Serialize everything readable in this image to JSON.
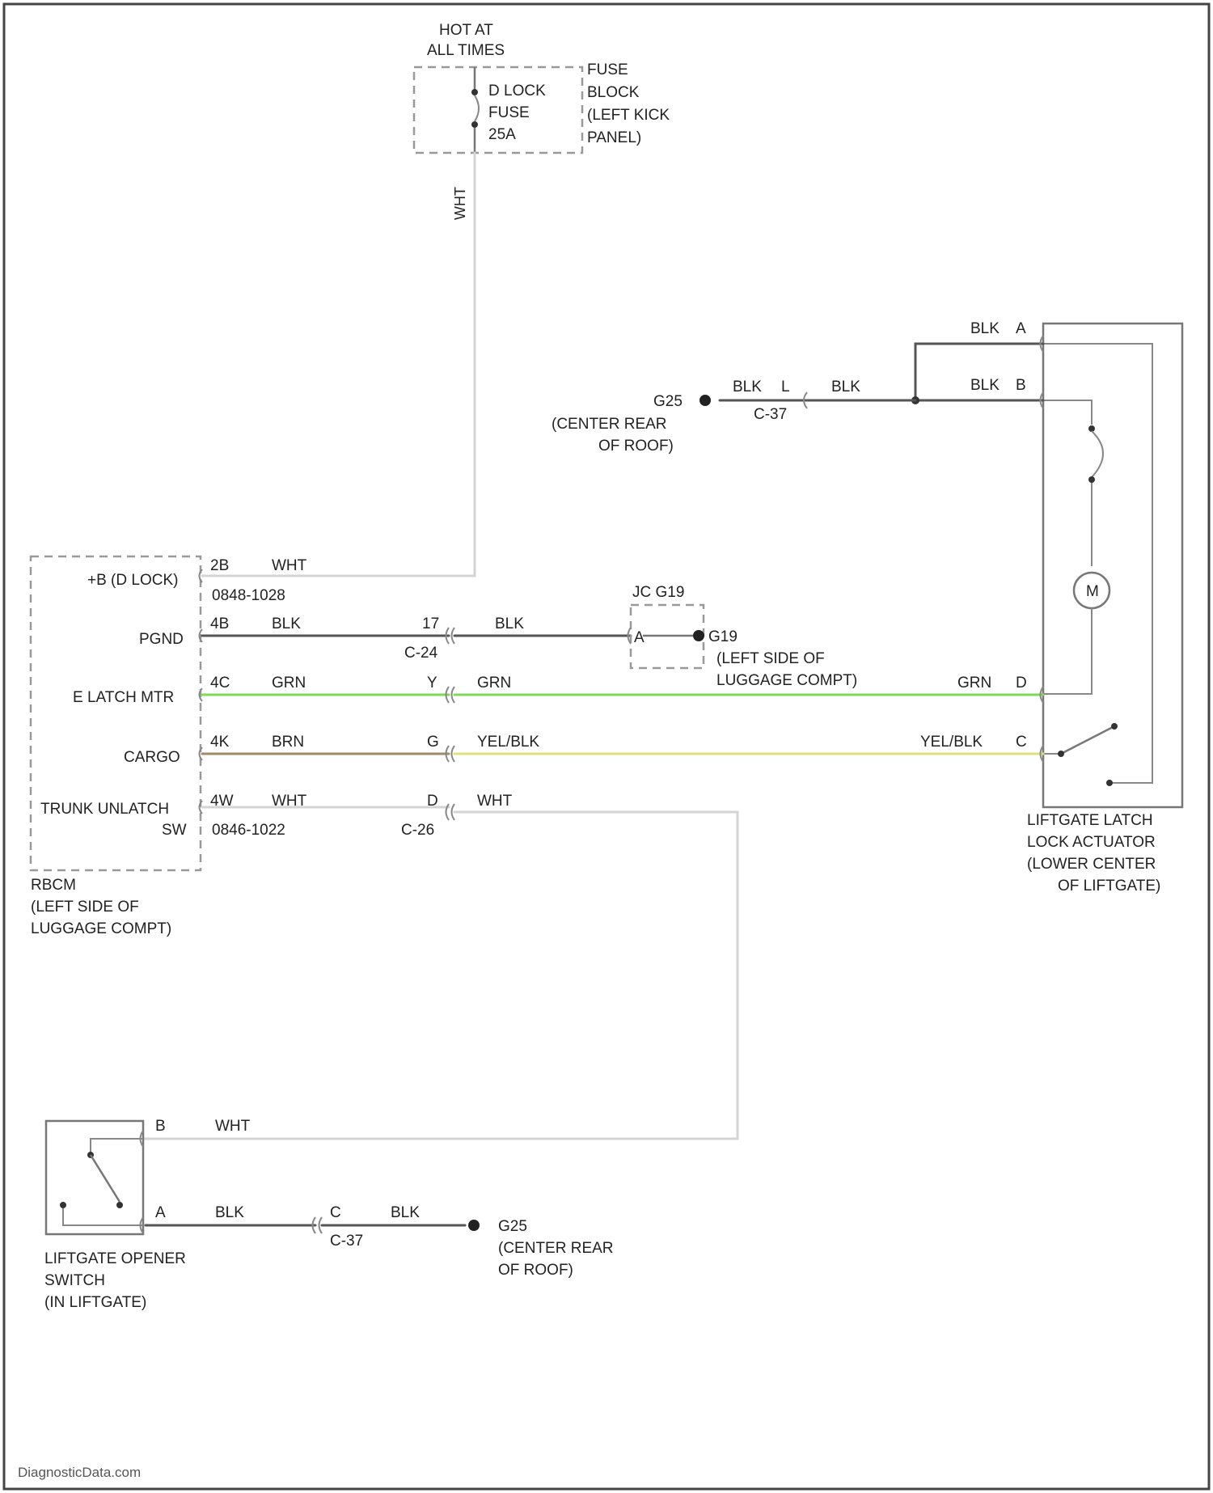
{
  "title": "",
  "colors": {
    "blk": "#555555",
    "wht": "#cccccc",
    "grn": "#7ed957",
    "brn": "#a38a6a",
    "yel_blk": "#dfe07a",
    "frame": "#555555"
  },
  "fuse_block": {
    "hot": [
      "HOT AT",
      "ALL TIMES"
    ],
    "fuse_label": [
      "D LOCK",
      "FUSE",
      "25A"
    ],
    "block_label": [
      "FUSE",
      "BLOCK",
      "(LEFT KICK",
      "PANEL)"
    ],
    "wire_vertical": "WHT"
  },
  "ground_top": {
    "id": "G25",
    "location": [
      "(CENTER REAR",
      "OF ROOF)"
    ],
    "wire1": "BLK",
    "pin": "L",
    "connector": "C-37",
    "wire2": "BLK"
  },
  "actuator": {
    "pins": [
      {
        "wire": "BLK",
        "pin": "A"
      },
      {
        "wire": "BLK",
        "pin": "B"
      },
      {
        "wire": "GRN",
        "pin": "D"
      },
      {
        "wire": "YEL/BLK",
        "pin": "C"
      }
    ],
    "motor": "M",
    "label": [
      "LIFTGATE LATCH",
      "LOCK ACTUATOR",
      "(LOWER CENTER",
      "OF LIFTGATE)"
    ]
  },
  "rbcm": {
    "rows": [
      {
        "name": "+B (D LOCK)",
        "pin": "2B",
        "wire": "WHT"
      },
      {
        "name": "PGND",
        "pin": "4B",
        "wire": "BLK"
      },
      {
        "name": "E LATCH MTR",
        "pin": "4C",
        "wire": "GRN"
      },
      {
        "name": "CARGO",
        "pin": "4K",
        "wire": "BRN"
      },
      {
        "name": "TRUNK UNLATCH",
        "pin": "4W",
        "wire": "WHT"
      }
    ],
    "sw_suffix": "SW",
    "connector_top": "0848-1028",
    "connector_bottom": "0846-1022",
    "label": [
      "RBCM",
      "(LEFT SIDE OF",
      "LUGGAGE COMPT)"
    ]
  },
  "c24": {
    "pins": [
      "17",
      "Y",
      "G",
      "D"
    ],
    "connector": "C-24",
    "connector2": "C-26",
    "wires_right": [
      "BLK",
      "GRN",
      "YEL/BLK",
      "WHT"
    ]
  },
  "ground_mid": {
    "splice": "JC G19",
    "splice_pin": "A",
    "id": "G19",
    "location": [
      "(LEFT SIDE OF",
      "LUGGAGE COMPT)"
    ]
  },
  "switch": {
    "pin_b": "B",
    "wire_b": "WHT",
    "pin_a": "A",
    "wire_a": "BLK",
    "conn_pin": "C",
    "connector": "C-37",
    "wire_a2": "BLK",
    "ground_id": "G25",
    "ground_location": [
      "(CENTER REAR",
      "OF ROOF)"
    ],
    "label": [
      "LIFTGATE OPENER",
      "SWITCH",
      "(IN LIFTGATE)"
    ]
  },
  "watermark": "DiagnosticData.com"
}
